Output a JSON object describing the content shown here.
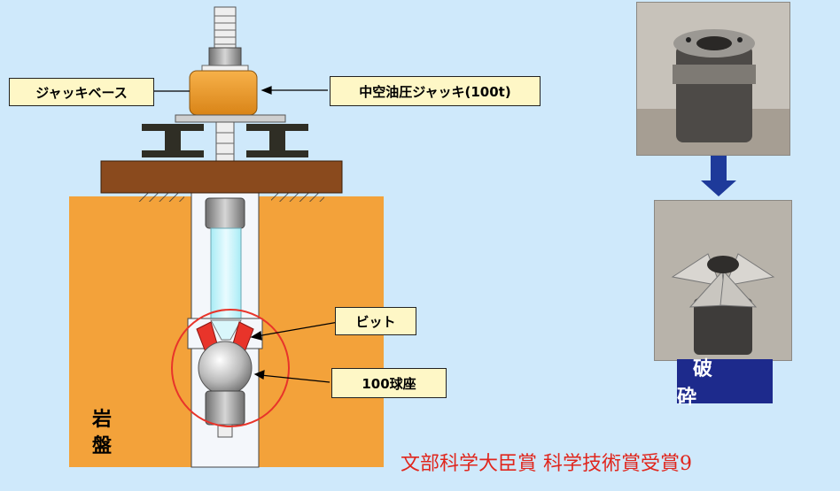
{
  "labels": {
    "jack_base": "ジャッキベース",
    "hollow_jack": "中空油圧ジャッキ(100t)",
    "bit": "ビット",
    "ball_seat": "100球座",
    "rock_1": "岩",
    "rock_2": "盤",
    "break_label": "破 砕"
  },
  "award_text": "文部科学大臣賞 科学技術賞受賞9",
  "colors": {
    "background": "#cfe9fb",
    "rock": "#f3a23a",
    "beam": "#8a4a1d",
    "label_fill": "#fef7c6",
    "circle": "#e8342a",
    "bit_red": "#e8342a",
    "arrow_blue": "#1e3a9a",
    "award_text": "#e0261d"
  }
}
